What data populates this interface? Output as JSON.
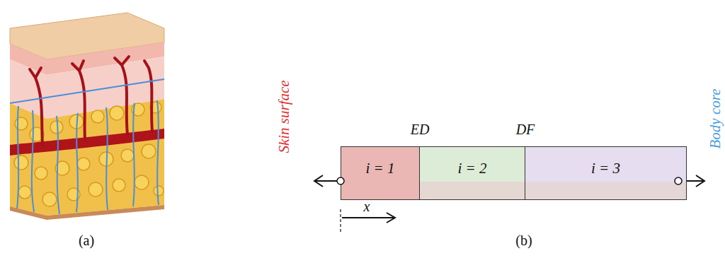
{
  "diagram": {
    "nodes": [
      {
        "text": [
          "i = 1"
        ]
      },
      {
        "text": [
          "i = 2"
        ]
      },
      {
        "text": [
          "i = 3"
        ]
      }
    ],
    "labels": [
      "ED",
      "DF",
      "Skin surface",
      "Body core",
      "x",
      "(a)",
      "(b)"
    ]
  }
}
